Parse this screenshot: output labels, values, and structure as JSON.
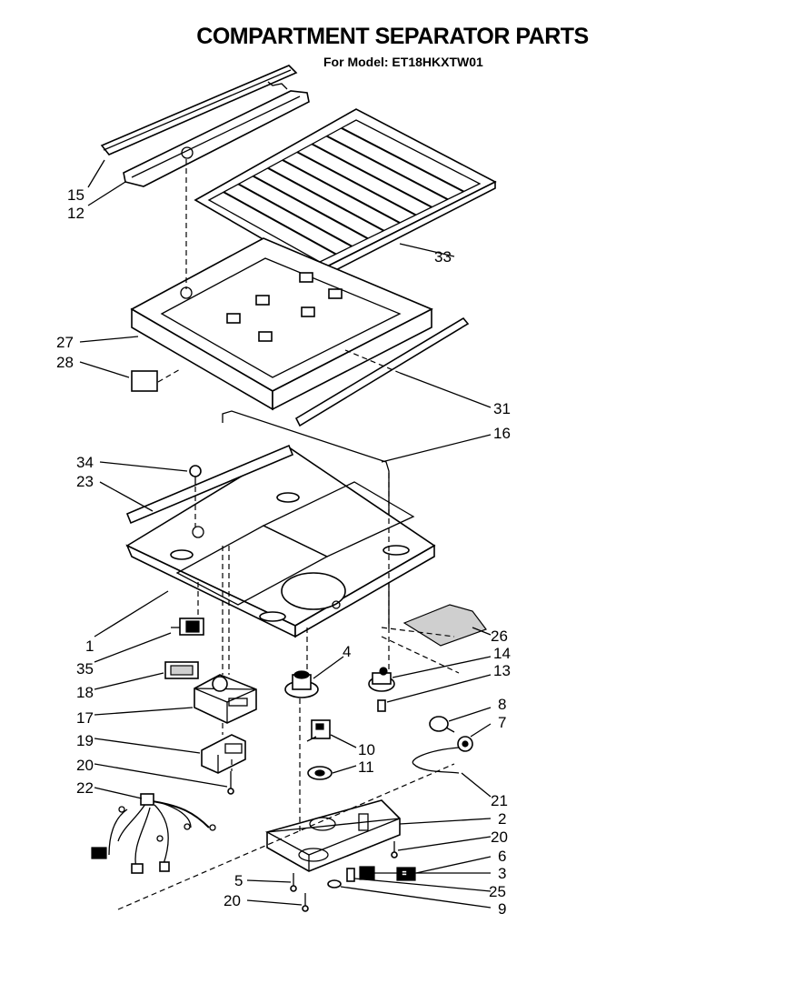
{
  "header": {
    "title": "COMPARTMENT SEPARATOR PARTS",
    "subtitle": "For Model: ET18HKXTW01"
  },
  "callouts": {
    "c15": "15",
    "c12": "12",
    "c33": "33",
    "c27": "27",
    "c28": "28",
    "c31": "31",
    "c16": "16",
    "c34": "34",
    "c23": "23",
    "c1": "1",
    "c26": "26",
    "c35": "35",
    "c4": "4",
    "c14": "14",
    "c13": "13",
    "c18": "18",
    "c8": "8",
    "c7": "7",
    "c17": "17",
    "c10": "10",
    "c19": "19",
    "c11": "11",
    "c20a": "20",
    "c21": "21",
    "c22": "22",
    "c2": "2",
    "c20b": "20",
    "c6": "6",
    "c3": "3",
    "c5": "5",
    "c25": "25",
    "c20c": "20",
    "c9": "9"
  }
}
